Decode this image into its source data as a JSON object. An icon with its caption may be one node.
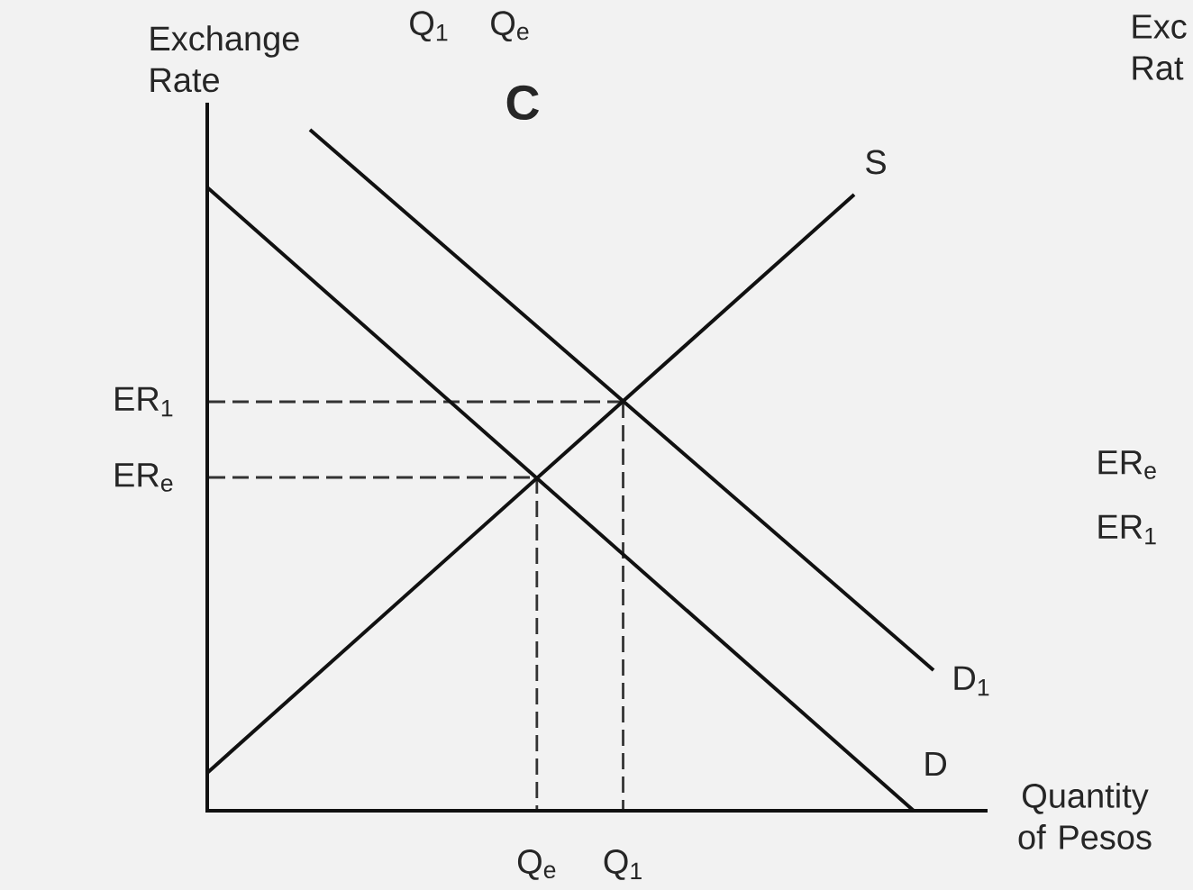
{
  "diagram": {
    "labels": [
      "Q$_{1}$",
      "Q$_{e}$",
      "Exchange Rate",
      "C",
      "Exc Rat",
      "S",
      "ER$_{1}$",
      "ER$_{e}$",
      "ER$_{e}$",
      "ER$_{1}$",
      "D$_{1}$",
      "D",
      "Quantity of Pesos",
      "Q$_{e}$",
      "Q$_{1}$"
    ]
  }
}
